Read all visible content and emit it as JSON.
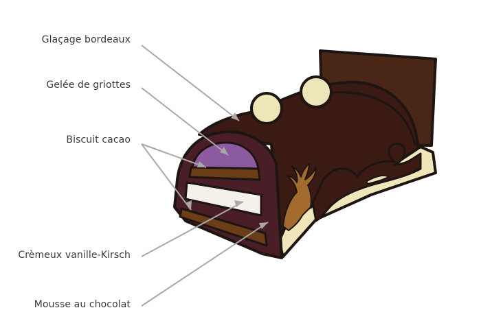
{
  "labels": {
    "glacage": "Glaçage bordeaux",
    "gelee": "Gelée de griottes",
    "biscuit": "Biscuit cacao",
    "cremeux": "Crèmeux vanille-Kirsch",
    "mousse": "Mousse au chocolat"
  },
  "colors": {
    "outline": "#1c1512",
    "glaze": "#3a1a12",
    "back_plate": "#4a2616",
    "slice_border": "#4a1e26",
    "gelee": "#8b5a9f",
    "biscuit": "#6b3e18",
    "cremeux": "#f3f1ea",
    "mousse_side": "#efe6b9",
    "pearl": "#ece6b8",
    "deer": "#a36c2c",
    "leader": "#a8a8a8"
  },
  "icons": {
    "deer": "deer-icon",
    "pearls": "pearl-decoration"
  }
}
